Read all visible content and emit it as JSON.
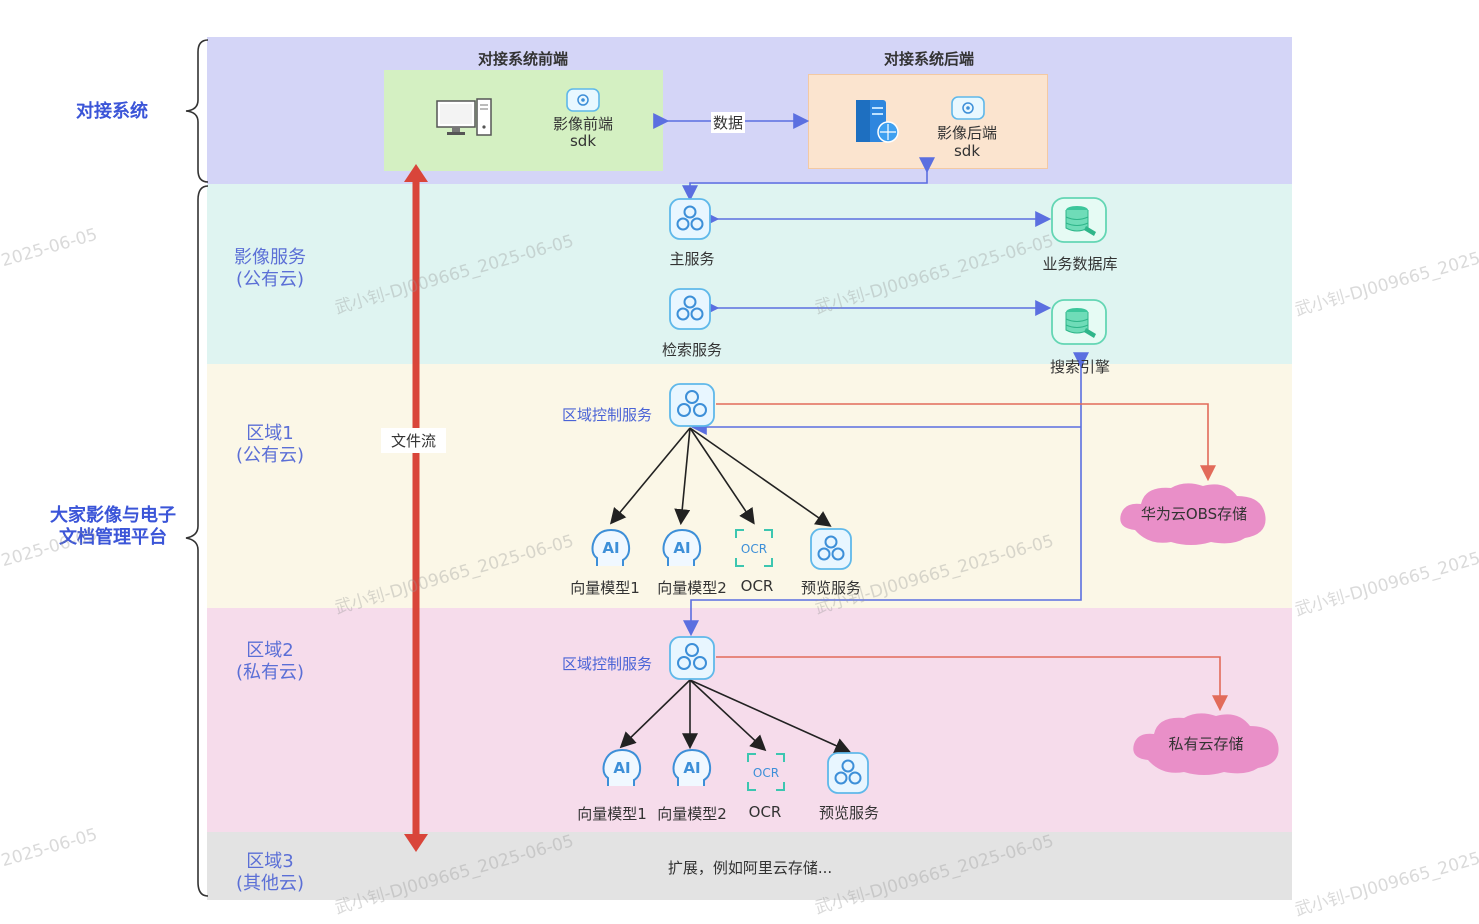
{
  "left_labels": {
    "docking_system": "对接系统",
    "platform_line1": "大家影像与电子",
    "platform_line2": "文档管理平台"
  },
  "bands": {
    "image_service": {
      "line1": "影像服务",
      "line2": "(公有云)"
    },
    "region1": {
      "line1": "区域1",
      "line2": "(公有云)"
    },
    "region2": {
      "line1": "区域2",
      "line2": "(私有云)"
    },
    "region3": {
      "line1": "区域3",
      "line2": "(其他云)"
    }
  },
  "docking": {
    "frontend_title": "对接系统前端",
    "backend_title": "对接系统后端",
    "frontend_sdk_line1": "影像前端",
    "frontend_sdk_line2": "sdk",
    "backend_sdk_line1": "影像后端",
    "backend_sdk_line2": "sdk",
    "data_label": "数据"
  },
  "services": {
    "main_service": "主服务",
    "business_db": "业务数据库",
    "search_service": "检索服务",
    "search_engine": "搜索引擎"
  },
  "region1_nodes": {
    "control": "区域控制服务",
    "vector1": "向量模型1",
    "vector2": "向量模型2",
    "ocr": "OCR",
    "preview": "预览服务",
    "storage": "华为云OBS存储"
  },
  "region2_nodes": {
    "control": "区域控制服务",
    "vector1": "向量模型1",
    "vector2": "向量模型2",
    "ocr": "OCR",
    "preview": "预览服务",
    "storage": "私有云存储"
  },
  "region3_text": "扩展，例如阿里云存储...",
  "file_flow": "文件流",
  "icons": {
    "ai_text": "AI",
    "ocr_text": "OCR"
  },
  "watermark": "武小钊-DJ009665_2025-06-05",
  "watermark_date": "2025-06-05",
  "colors": {
    "docking_band": "#d4d5f7",
    "image_band": "#dff4f1",
    "region1_band": "#fbf7e7",
    "region2_band": "#f6dceb",
    "region3_band": "#e3e3e3",
    "frontend_box": "#d4f0c2",
    "backend_box": "#fbe4cf",
    "blue_arrow": "#5b6fe0",
    "red_arrow": "#e26b5a",
    "file_flow_arrow": "#d9453a",
    "cloud": "#e98fc8"
  }
}
